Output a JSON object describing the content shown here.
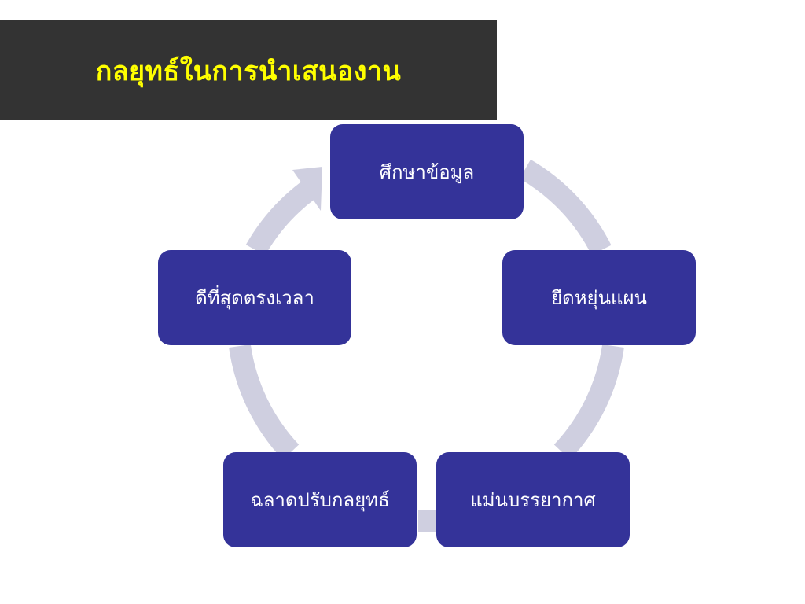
{
  "slide": {
    "title": "กลยุทธ์ในการนำเสนองาน"
  },
  "cycle": {
    "nodes": [
      {
        "label": "ศึกษาข้อมูล"
      },
      {
        "label": "ยืดหยุ่นแผน"
      },
      {
        "label": "แม่นบรรยากาศ"
      },
      {
        "label": "ฉลาดปรับกลยุทธ์"
      },
      {
        "label": "ดีที่สุดตรงเวลา"
      }
    ]
  },
  "colors": {
    "title_bar": "#333333",
    "title_text": "#ffff00",
    "node_fill": "#343399",
    "node_text": "#ffffff",
    "connector": "#cfcfe0"
  }
}
